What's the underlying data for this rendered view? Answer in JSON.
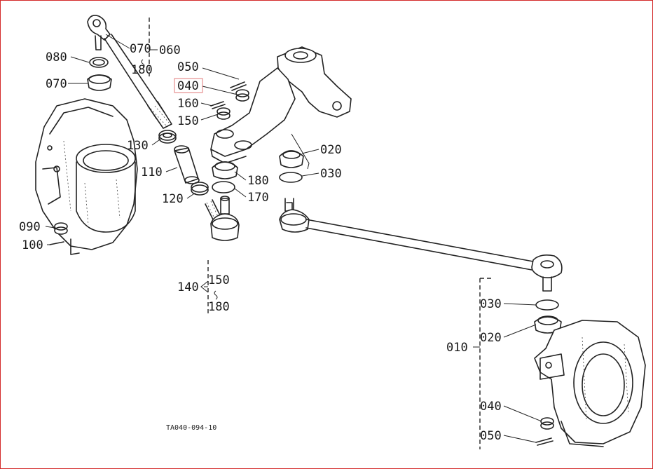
{
  "diagram_code": "TA040-094-10",
  "highlight_color": "#e07a7a",
  "frame_color": "#d42a2a",
  "labels": {
    "l060": "060",
    "l070_top": "070",
    "l180_top": "180",
    "l080": "080",
    "l070_left": "070",
    "l050_top": "050",
    "l040_top": "040",
    "l160": "160",
    "l150_mid": "150",
    "l130": "130",
    "l110": "110",
    "l120": "120",
    "l090": "090",
    "l100": "100",
    "l020_top": "020",
    "l030_top": "030",
    "l180_mid": "180",
    "l170": "170",
    "l140": "140",
    "l150_low": "150",
    "l180_low": "180",
    "l030_bot": "030",
    "l020_bot": "020",
    "l010": "010",
    "l040_bot": "040",
    "l050_bot": "050"
  }
}
